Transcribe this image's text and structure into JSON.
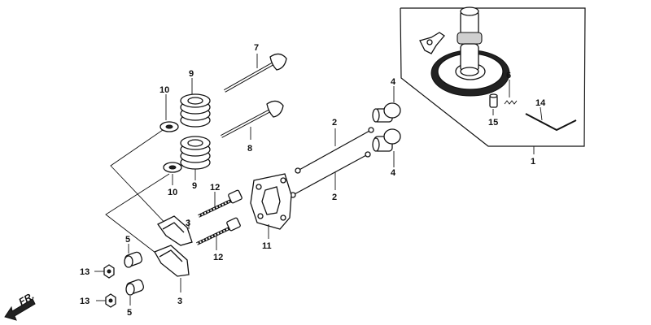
{
  "callouts": {
    "c1": "1",
    "c2a": "2",
    "c2b": "2",
    "c3a": "3",
    "c3b": "3",
    "c4a": "4",
    "c4b": "4",
    "c5a": "5",
    "c5b": "5",
    "c6": "6",
    "c7": "7",
    "c8": "8",
    "c9a": "9",
    "c9b": "9",
    "c10a": "10",
    "c10b": "10",
    "c11": "11",
    "c12a": "12",
    "c12b": "12",
    "c13a": "13",
    "c13b": "13",
    "c14": "14",
    "c15": "15"
  },
  "direction": {
    "label": "FR."
  }
}
